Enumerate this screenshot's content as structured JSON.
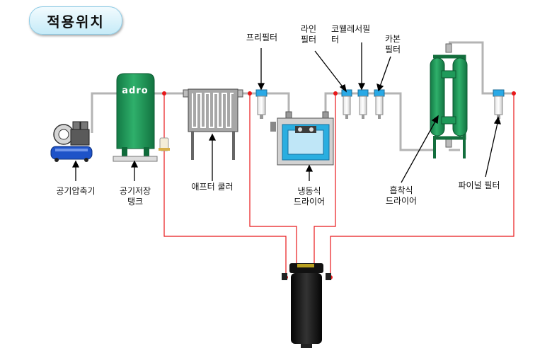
{
  "title": "적용위치",
  "brand": "adro",
  "labels": {
    "compressor": "공기압축기",
    "tank": "공기저장\n탱크",
    "aftercooler": "애프터 쿨러",
    "prefilter": "프리필터",
    "refrigerated_dryer": "냉동식\n드라이어",
    "line_filter": "라인\n필터",
    "coalescer_filter": "코웰레서필\n터",
    "carbon_filter": "카본\n필터",
    "desiccant_dryer": "흡착식\n드라이어",
    "final_filter": "파이널 필터"
  },
  "colors": {
    "pipe": "#b4b4b4",
    "drain_line": "#e8181a",
    "tank_green": "#1f9a5a",
    "compressor_blue": "#1e53c8",
    "dryer_cyan": "#2aaee0",
    "filter_blue": "#29a9e6"
  }
}
